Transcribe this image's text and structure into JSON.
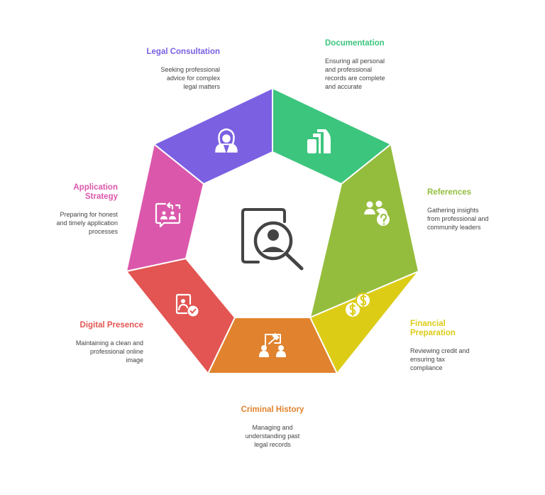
{
  "segments": [
    {
      "id": "legal",
      "title": [
        "Legal Consultation"
      ],
      "desc": [
        "Seeking professional",
        "advice for complex",
        "legal matters"
      ],
      "color": "#7b60e2",
      "icon": "lawyer-icon"
    },
    {
      "id": "documentation",
      "title": [
        "Documentation"
      ],
      "desc": [
        "Ensuring all personal",
        "and professional",
        "records are complete",
        "and accurate"
      ],
      "color": "#3cc57d",
      "icon": "documents-icon"
    },
    {
      "id": "references",
      "title": [
        "References"
      ],
      "desc": [
        "Gathering insights",
        "from professional and",
        "community leaders"
      ],
      "color": "#95bd3d",
      "icon": "people-question-icon"
    },
    {
      "id": "financial",
      "title": [
        "Financial",
        "Preparation"
      ],
      "desc": [
        "Reviewing credit and",
        "ensuring tax",
        "compliance"
      ],
      "color": "#dccc16",
      "icon": "coins-icon"
    },
    {
      "id": "criminal",
      "title": [
        "Criminal History"
      ],
      "desc": [
        "Managing and",
        "understanding past",
        "legal records"
      ],
      "color": "#e1832e",
      "icon": "gavel-people-icon"
    },
    {
      "id": "digital",
      "title": [
        "Digital Presence"
      ],
      "desc": [
        "Maintaining a clean and",
        "professional online",
        "image"
      ],
      "color": "#e25552",
      "icon": "profile-check-icon"
    },
    {
      "id": "application",
      "title": [
        "Application",
        "Strategy"
      ],
      "desc": [
        "Preparing for honest",
        "and timely application",
        "processes"
      ],
      "color": "#db57ab",
      "icon": "chat-exchange-icon"
    }
  ],
  "center_icon": "background-check-icon"
}
